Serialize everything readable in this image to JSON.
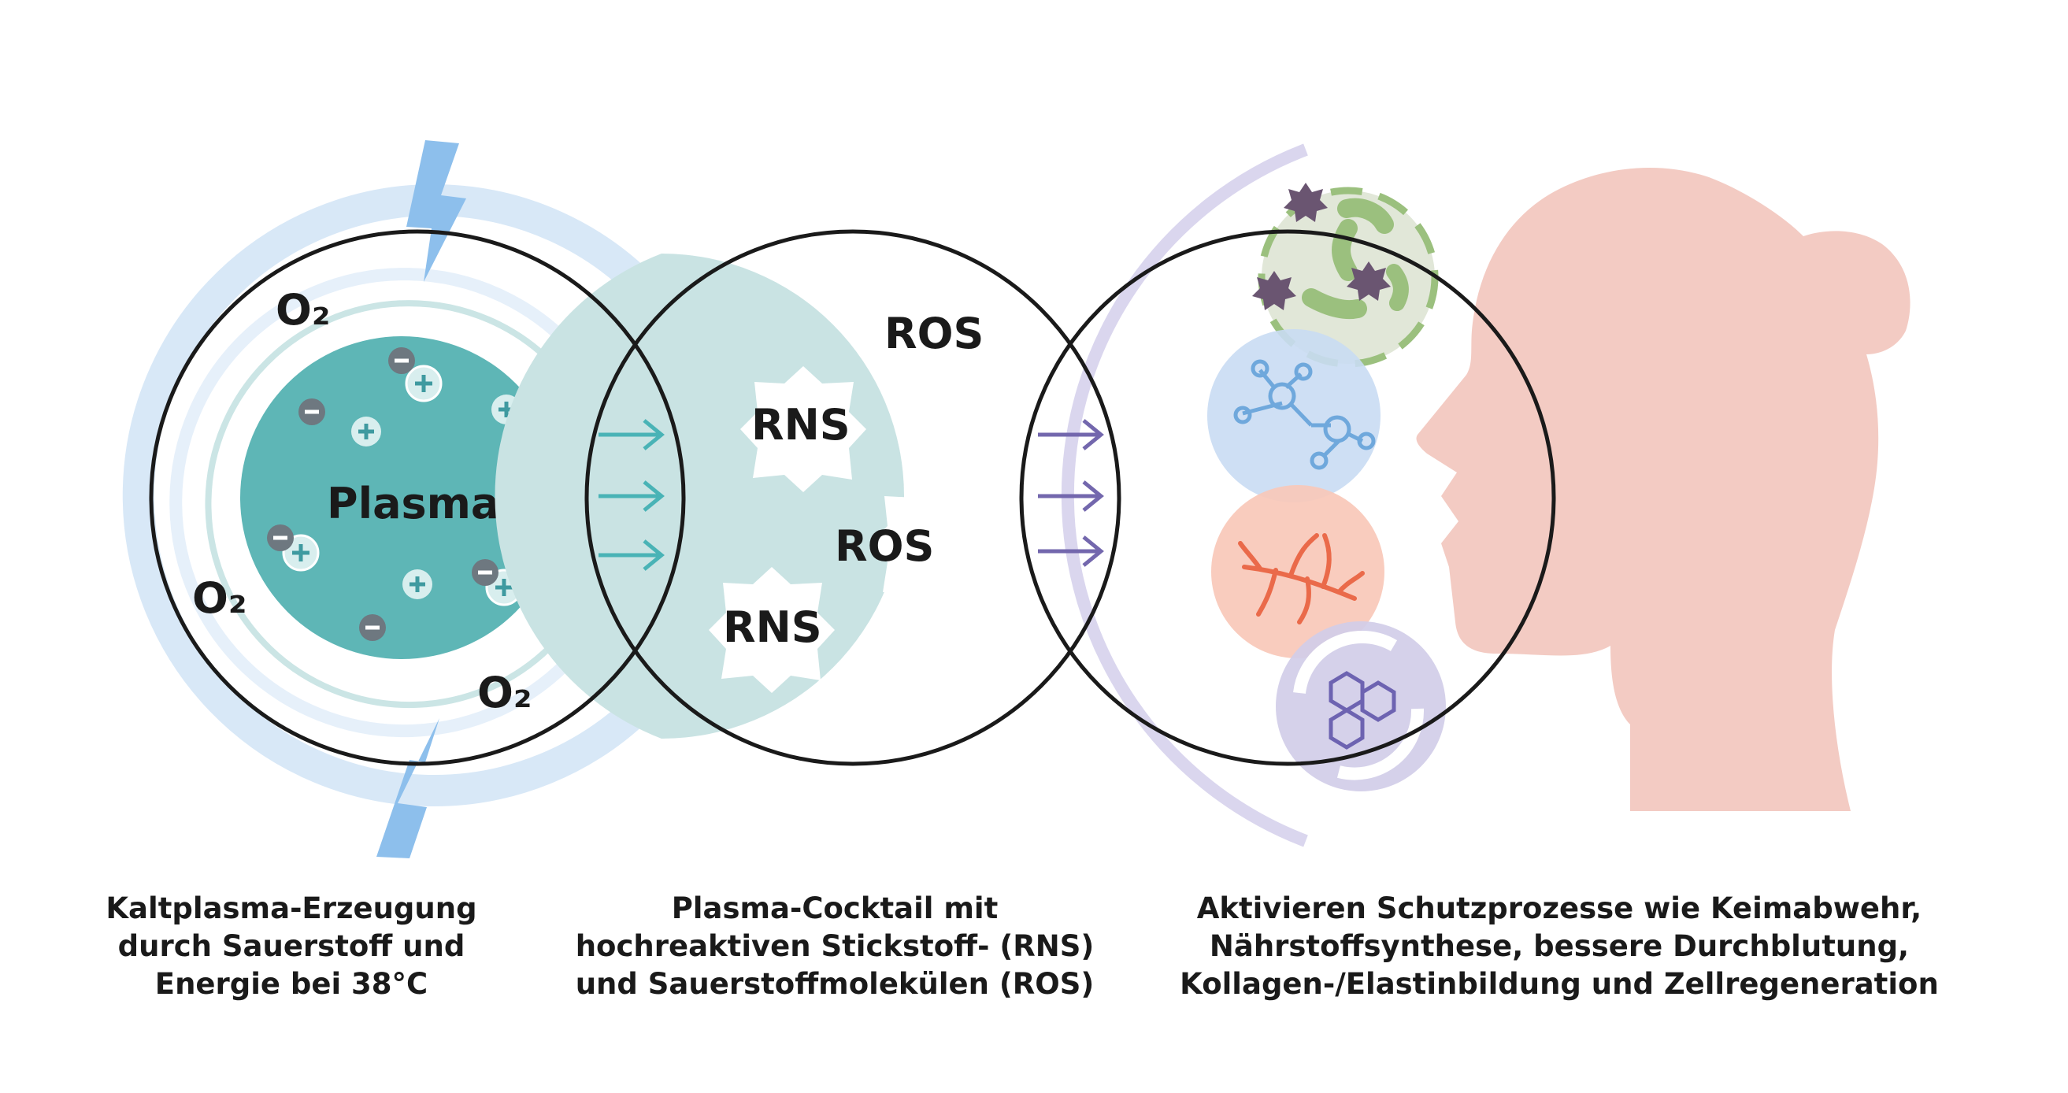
{
  "labels": {
    "plasma": "Plasma",
    "o2_a": "O₂",
    "o2_b": "O₂",
    "o2_c": "O₂",
    "rns_1": "RNS",
    "rns_2": "RNS",
    "ros_1": "ROS",
    "ros_2": "ROS"
  },
  "captions": {
    "left": [
      "Kaltplasma-Erzeugung",
      "durch Sauerstoff und",
      "Energie bei 38°C"
    ],
    "middle": [
      "Plasma-Cocktail mit",
      "hochreaktiven Stickstoff- (RNS)",
      "und Sauerstoffmolekülen (ROS)"
    ],
    "right": [
      "Aktivieren Schutzprozesse wie Keimabwehr,",
      "Nährstoffsynthese, bessere Durchblutung,",
      "Kollagen-/Elastinbildung und Zellregeneration"
    ]
  },
  "icons": {
    "charges": [
      "plus-charge-icon",
      "minus-charge-icon"
    ],
    "energy": "lightning-bolt-icon",
    "protection": [
      "bacteria-icon",
      "molecule-icon",
      "blood-vessel-icon",
      "cell-regeneration-icon"
    ],
    "person": "head-silhouette-icon"
  },
  "colors": {
    "plasma": "#5eb6b6",
    "cocktail": "#c9e3e3",
    "ring": "#d8e8f7",
    "outline": "#1a1a1a",
    "arrow_teal": "#49b3b6",
    "arrow_purple": "#7367ad",
    "bolt": "#8dbfec",
    "face": "#f3cbc3",
    "bacteria_bg": "#e1e7d8",
    "bacteria": "#9bc07e",
    "virus": "#6a5571",
    "molecule_bg": "#c9dcf3",
    "molecule": "#6fa8dc",
    "vessel_bg": "#f8c8b8",
    "vessel": "#ea6a4a",
    "regen_bg": "#d1cde8",
    "regen": "#6d63b1",
    "shield": "#dad6ee"
  }
}
